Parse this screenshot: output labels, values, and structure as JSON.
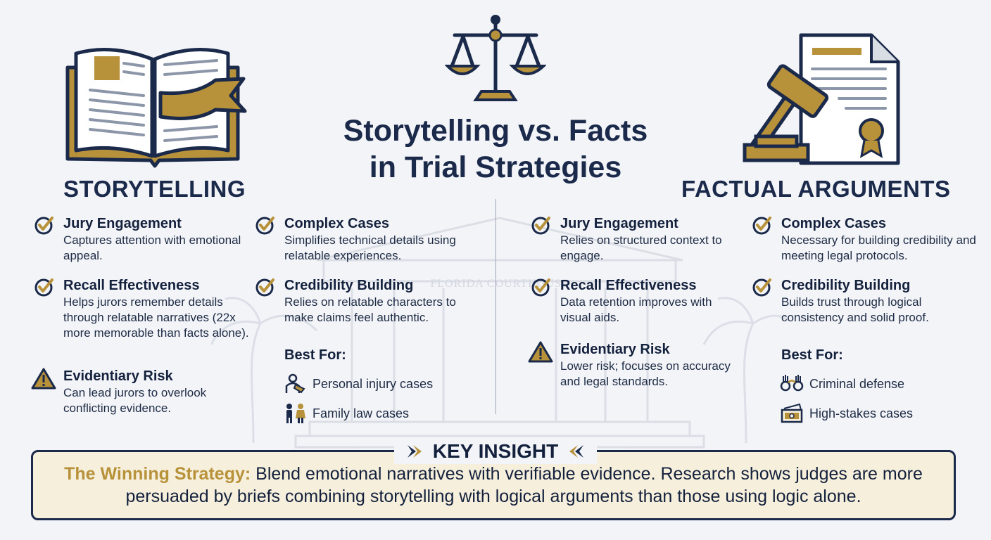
{
  "title": {
    "line1": "Storytelling vs. Facts",
    "line2": "in Trial Strategies"
  },
  "left": {
    "heading": "STORYTELLING",
    "col1": [
      {
        "title": "Jury Engagement",
        "desc": "Captures attention with emotional appeal.",
        "icon": "check-icon"
      },
      {
        "title": "Recall Effectiveness",
        "desc": "Helps jurors remember details through relatable narratives (22x more memorable than facts alone).",
        "icon": "check-icon"
      },
      {
        "title": "Evidentiary Risk",
        "desc": "Can lead jurors to overlook conflicting evidence.",
        "icon": "warning-icon"
      }
    ],
    "col2": [
      {
        "title": "Complex Cases",
        "desc": "Simplifies technical details using relatable experiences.",
        "icon": "check-icon"
      },
      {
        "title": "Credibility Building",
        "desc": "Relies on relatable characters to make claims feel authentic.",
        "icon": "check-icon"
      }
    ],
    "best_for_label": "Best For:",
    "best_for": [
      {
        "label": "Personal injury cases",
        "icon": "injured-person-icon"
      },
      {
        "label": "Family law cases",
        "icon": "family-icon"
      }
    ]
  },
  "right": {
    "heading": "FACTUAL ARGUMENTS",
    "col1": [
      {
        "title": "Jury Engagement",
        "desc": "Relies on structured context to engage.",
        "icon": "check-icon"
      },
      {
        "title": "Recall Effectiveness",
        "desc": "Data retention improves with visual aids.",
        "icon": "check-icon"
      },
      {
        "title": "Evidentiary Risk",
        "desc": "Lower risk; focuses on accuracy and legal standards.",
        "icon": "warning-icon"
      }
    ],
    "col2": [
      {
        "title": "Complex Cases",
        "desc": "Necessary for building credibility and meeting legal protocols.",
        "icon": "check-icon"
      },
      {
        "title": "Credibility Building",
        "desc": "Builds trust through logical consistency and solid proof.",
        "icon": "check-icon"
      }
    ],
    "best_for_label": "Best For:",
    "best_for": [
      {
        "label": "Criminal defense",
        "icon": "handcuffs-icon"
      },
      {
        "label": "High-stakes cases",
        "icon": "money-icon"
      }
    ]
  },
  "insight": {
    "title": "KEY INSIGHT",
    "lead": "The Winning Strategy:",
    "text": " Blend emotional narratives with verifiable evidence. Research shows judges are more persuaded by briefs combining storytelling with logical arguments than those using logic alone."
  },
  "background_watermark": "FLORIDA COURTHOUSE",
  "colors": {
    "navy": "#1b2a4a",
    "gold": "#b8923a",
    "background": "#f2f4f7",
    "insight_bg": "#f6efdc"
  }
}
